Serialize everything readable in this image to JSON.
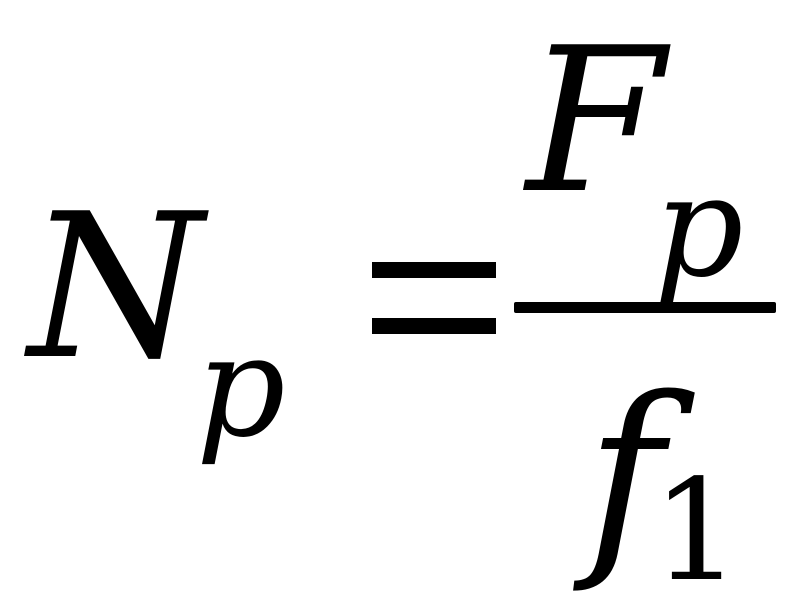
{
  "formula": {
    "lhs": {
      "symbol": "N",
      "subscript": "p"
    },
    "operator": "=",
    "numerator": {
      "symbol": "F",
      "subscript": "p"
    },
    "denominator": {
      "symbol": "f",
      "subscript": "1"
    }
  }
}
